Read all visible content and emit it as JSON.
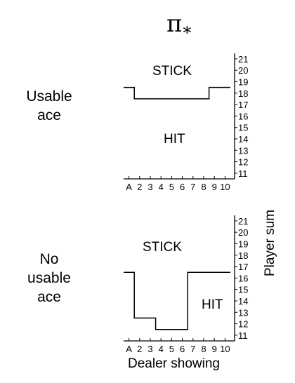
{
  "title": {
    "main": "π",
    "sub": "*"
  },
  "ylabel": "Player sum",
  "xlabel": "Dealer showing",
  "x_ticks": [
    "A",
    "2",
    "3",
    "4",
    "5",
    "6",
    "7",
    "8",
    "9",
    "10"
  ],
  "y_ticks": [
    "11",
    "12",
    "13",
    "14",
    "15",
    "16",
    "17",
    "18",
    "19",
    "20",
    "21"
  ],
  "panels": [
    {
      "row_label": "Usable\nace",
      "upper_region": "STICK",
      "lower_region": "HIT",
      "stick_threshold": [
        19,
        18,
        18,
        18,
        18,
        18,
        18,
        18,
        19,
        19
      ]
    },
    {
      "row_label": "No\nusable\nace",
      "upper_region": "STICK",
      "lower_region": "HIT",
      "stick_threshold": [
        17,
        13,
        13,
        12,
        12,
        12,
        17,
        17,
        17,
        17
      ]
    }
  ]
}
